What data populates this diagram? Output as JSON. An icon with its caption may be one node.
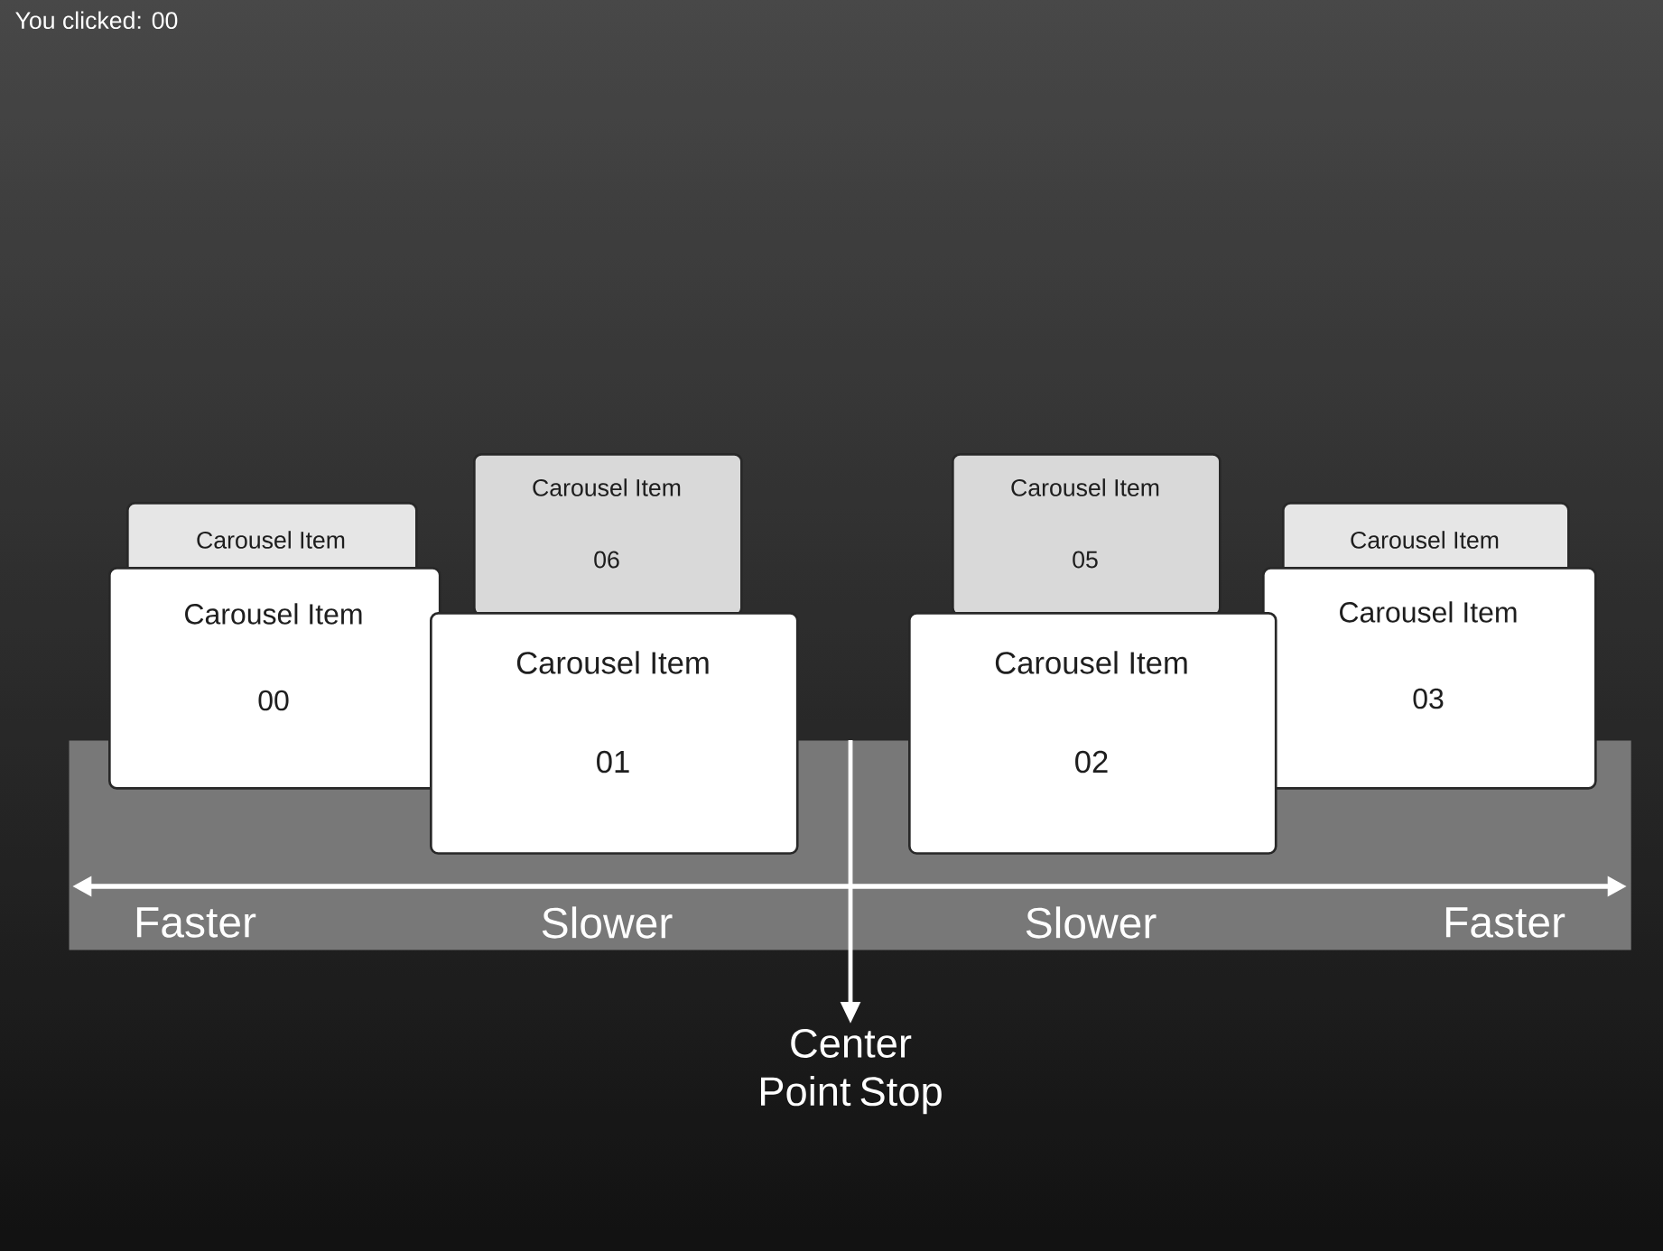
{
  "diagram": {
    "nodes": [
      {
        "text": [
          "Carousel Item"
        ]
      },
      {
        "text": [
          "Carousel Item",
          "06"
        ]
      },
      {
        "text": [
          "Carousel Item",
          "05"
        ]
      },
      {
        "text": [
          "Carousel Item"
        ]
      },
      {
        "text": [
          "Carousel Item",
          "00"
        ]
      },
      {
        "text": [
          "Carousel Item",
          "01"
        ]
      },
      {
        "text": [
          "Carousel Item",
          "02"
        ]
      },
      {
        "text": [
          "Carousel Item",
          "03"
        ]
      },
      {
        "text": [
          "Faster",
          "Slower",
          "Slower",
          "Faster"
        ]
      },
      {
        "text": [
          "Center Point Stop"
        ]
      }
    ],
    "edges": [
      {
        "from": 8,
        "to": 9,
        "arrow": "to"
      }
    ],
    "labels": [
      "You clicked: 00"
    ]
  }
}
